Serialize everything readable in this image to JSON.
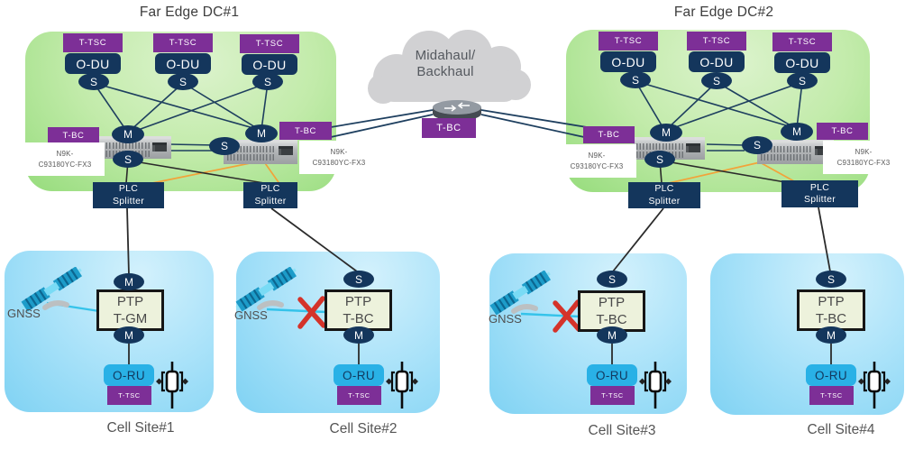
{
  "dc1": {
    "title": "Far Edge DC#1"
  },
  "dc2": {
    "title": "Far Edge DC#2"
  },
  "cloud": {
    "line1": "Midahaul/",
    "line2": "Backhaul",
    "router_clock": "T-BC"
  },
  "labels": {
    "t_tsc": "T-TSC",
    "o_du": "O-DU",
    "t_bc": "T-BC",
    "s": "S",
    "m": "M",
    "plc_line1": "PLC",
    "plc_line2": "Splitter",
    "n9k_line1": "N9K-",
    "n9k_line2": "C93180YC-FX3",
    "gnss": "GNSS",
    "o_ru": "O-RU"
  },
  "sites": {
    "site1": {
      "label": "Cell Site#1",
      "top_port": "M",
      "bottom_port": "M",
      "ptp_line1": "PTP",
      "ptp_line2": "T-GM",
      "gnss": true,
      "gnss_failed": false
    },
    "site2": {
      "label": "Cell Site#2",
      "top_port": "S",
      "bottom_port": "M",
      "ptp_line1": "PTP",
      "ptp_line2": "T-BC",
      "gnss": true,
      "gnss_failed": true
    },
    "site3": {
      "label": "Cell Site#3",
      "top_port": "S",
      "bottom_port": "M",
      "ptp_line1": "PTP",
      "ptp_line2": "T-BC",
      "gnss": true,
      "gnss_failed": true
    },
    "site4": {
      "label": "Cell Site#4",
      "top_port": "S",
      "bottom_port": "M",
      "ptp_line1": "PTP",
      "ptp_line2": "T-BC",
      "gnss": false,
      "gnss_failed": false
    }
  },
  "colors": {
    "purple": "#7d2f97",
    "navy": "#14365c",
    "cyan_box": "#29b1e6",
    "orange_link": "#f2a33a",
    "navy_link": "#1e3f5f",
    "black_link": "#2b2b2b",
    "gnss_link": "#35c3ea",
    "red_x": "#d4332a",
    "dc_green": "#a9e28f",
    "site_blue": "#9bdcf8",
    "cloud_gray": "#d1d1d3"
  }
}
